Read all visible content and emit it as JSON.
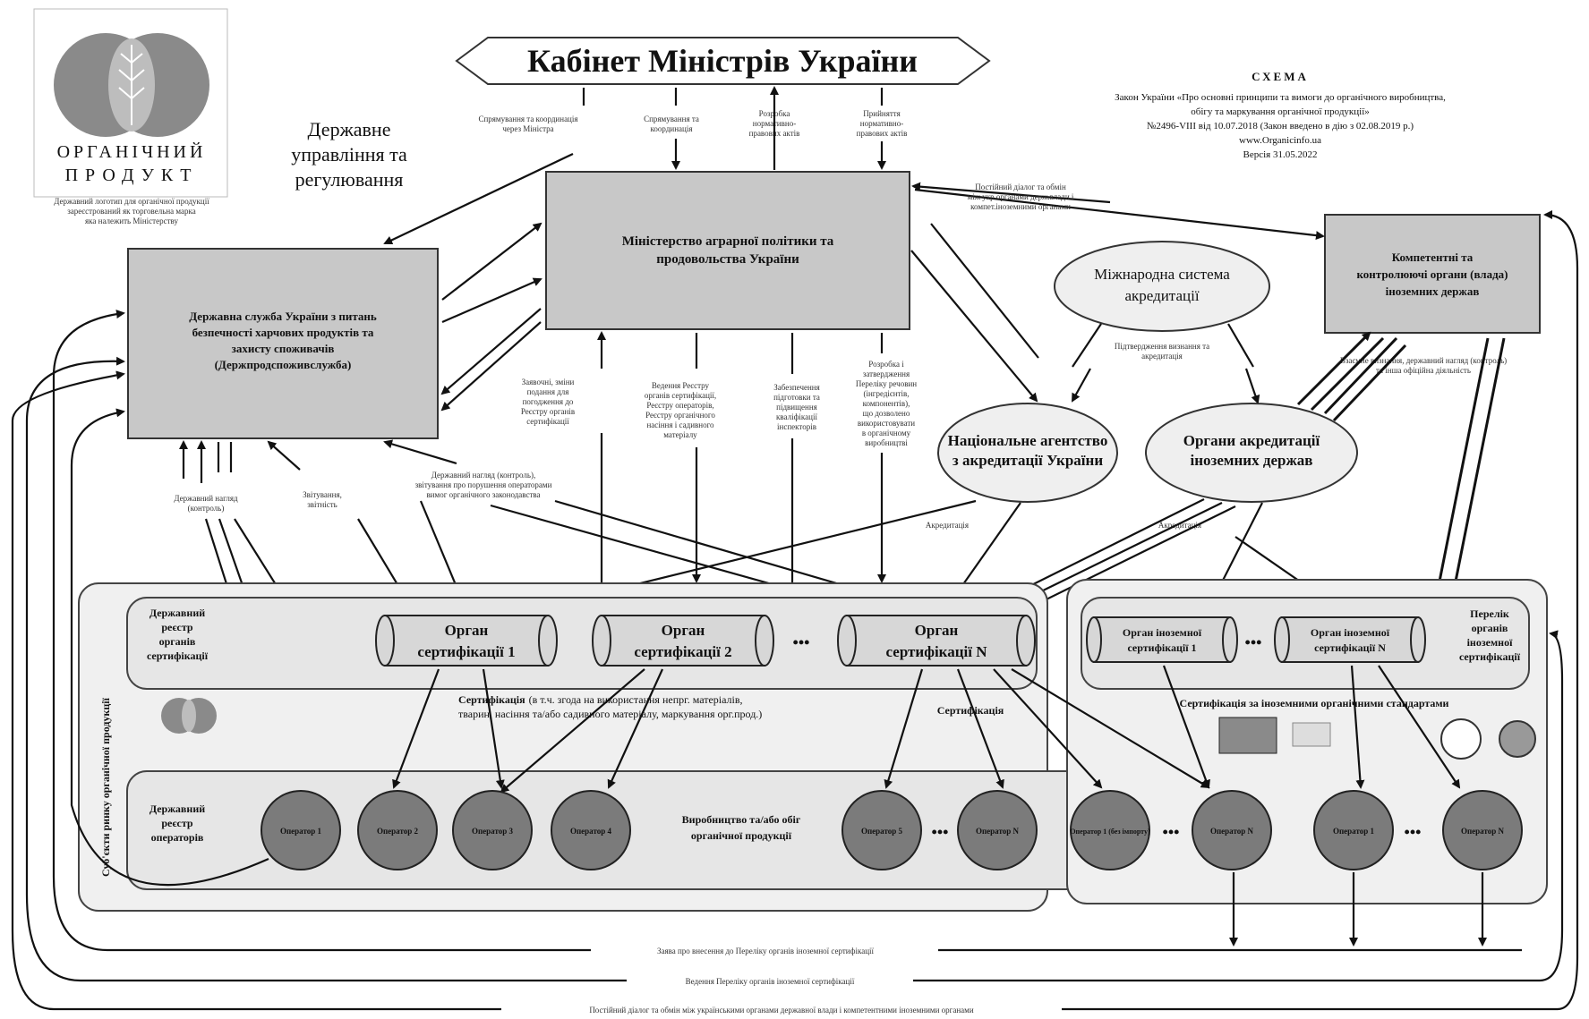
{
  "title": "Кабінет Міністрів України",
  "section_heading": [
    "Державне",
    "управління та",
    "регулювання"
  ],
  "logo": {
    "line1": "ОРГАНІЧНИЙ",
    "line2": "ПРОДУКТ",
    "caption": [
      "Державний логотип для органічної продукції",
      "зареєстрований як торговельна марка",
      "яка належить Міністерству"
    ]
  },
  "header": {
    "scheme": "СХЕМА",
    "law_lines": [
      "Закон України «Про основні принципи та вимоги до органічного виробництва,",
      "обігу та маркування органічної продукції»",
      "№2496-VIII від 10.07.2018 (Закон введено в дію з 02.08.2019 р.)",
      "www.Organicinfo.ua",
      "Версія 31.05.2022"
    ]
  },
  "nodes": {
    "ministry": [
      "Міністерство аграрної політики та",
      "продовольства України"
    ],
    "dps": [
      "Державна служба України з питань",
      "безпечності харчових продуктів та",
      "захисту споживачів",
      "(Держпродспоживслужба)"
    ],
    "foreign_authorities": [
      "Компетентні та",
      "контролюючі органи (влада)",
      "іноземних держав"
    ],
    "intl_accreditation": [
      "Міжнародна система",
      "акредитації"
    ],
    "naau": [
      "Національне агентство",
      "з акредитації України"
    ],
    "foreign_accreditation": [
      "Органи акредитації",
      "іноземних держав"
    ],
    "cert_bodies": [
      [
        "Орган",
        "сертифікації 1"
      ],
      [
        "Орган",
        "сертифікації 2"
      ],
      [
        "Орган",
        "сертифікації N"
      ]
    ],
    "foreign_cert_bodies": [
      [
        "Орган іноземної",
        "сертифікації 1"
      ],
      [
        "Орган іноземної",
        "сертифікації N"
      ]
    ],
    "ellipsis": "•••"
  },
  "panels": {
    "subjects_vertical": "Суб'єкти ринку органічної продукції",
    "registry_cert": [
      "Державний",
      "реєстр",
      "органів",
      "сертифікації"
    ],
    "registry_operators": [
      "Державний",
      "реєстр",
      "операторів"
    ],
    "foreign_list": [
      "Перелік",
      "органів",
      "іноземної",
      "сертифікації"
    ],
    "certification_note_bold": "Сертифікація",
    "certification_note": "(в т.ч. згода на використання непрг. матеріалів,",
    "certification_note2": "тварин, насіння та/або садивного матеріалу, маркування орг.прод.)",
    "certification_label": "Сертифікація",
    "foreign_standards": "Сертифікація за іноземними органічними стандартами",
    "production": [
      "Виробництво та/або обіг",
      "органічної продукції"
    ]
  },
  "operators": [
    "Оператор 1",
    "Оператор 2",
    "Оператор 3",
    "Оператор 4",
    "Оператор 5",
    "Оператор N"
  ],
  "foreign_operators": [
    "Оператор 1 (без імпорту)",
    "Оператор N",
    "Оператор 1",
    "Оператор N"
  ],
  "edge_labels": {
    "top1": [
      "Спрямування та координація",
      "через Міністра"
    ],
    "top2": [
      "Спрямування та",
      "координація"
    ],
    "top3": [
      "Розробка",
      "нормативно-",
      "правових актів"
    ],
    "top4": [
      "Прийняття",
      "нормативно-",
      "правових актів"
    ],
    "ministry_down1": [
      "Заявочні, зміни",
      "подання для",
      "погодження до",
      "Реєстру органів",
      "сертифікації"
    ],
    "ministry_down2": [
      "Ведення Реєстру",
      "органів сертифікації,",
      "Реєстру операторів,",
      "Реєстру органічного",
      "насіння і садивного",
      "матеріалу"
    ],
    "ministry_down3": [
      "Забезпечення",
      "підготовки та",
      "підвищення",
      "кваліфікації",
      "інспекторів"
    ],
    "ministry_down4": [
      "Розробка і",
      "затвердження",
      "Переліку речовин",
      "(інгредієнтів,",
      "компонентів),",
      "що дозволено",
      "використовувати",
      "в органічному",
      "виробництві"
    ],
    "dps_down1": [
      "Державний нагляд",
      "(контроль)"
    ],
    "dps_down2": [
      "Звітування,",
      "звітність"
    ],
    "dps_down3": [
      "Державний нагляд (контроль),",
      "звітування про порушення операторами",
      "вимог органічного законодавства"
    ],
    "intl_note": [
      "Підтвердження визнання та",
      "акредитація"
    ],
    "foreign_note": [
      "Взаємне визнання, державний нагляд (контроль)",
      "та інша офіційна діяльність"
    ],
    "ministry_foreign": [
      "Постійний діалог та обмін",
      "між укр.органами держ.влади і",
      "компет.іноземними органами"
    ],
    "accr1": "Акредитація",
    "accr2": "Акредитація",
    "bottom1": "Заява про внесення до Переліку органів іноземної сертифікації",
    "bottom2": "Ведення Переліку органів іноземної сертифікації",
    "bottom3": "Постійний діалог та обмін між українськими органами державної влади і компетентними іноземними органами"
  }
}
